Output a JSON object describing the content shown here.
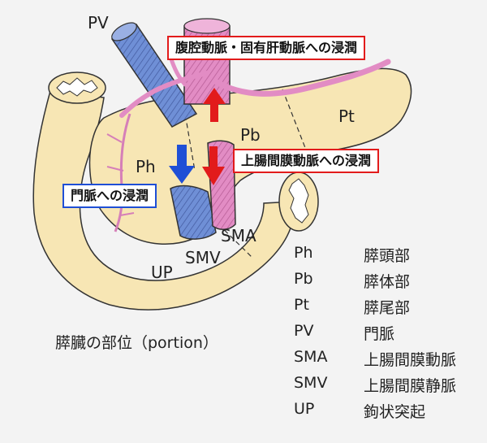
{
  "colors": {
    "background": "#f3f3f3",
    "pancreas": "#f7e6b4",
    "artery": "#e28cc4",
    "vein": "#6f8fd6",
    "arrow_red": "#e21b1b",
    "arrow_blue": "#1f4fd6"
  },
  "labels": {
    "pv": "PV",
    "pt": "Pt",
    "pb": "Pb",
    "ph": "Ph",
    "sma": "SMA",
    "smv": "SMV",
    "up": "UP"
  },
  "callouts": {
    "celiac": "腹腔動脈・固有肝動脈への浸潤",
    "sma": "上腸間膜動脈への浸潤",
    "portal": "門脈への浸潤"
  },
  "caption": "膵臓の部位（portion）",
  "legend": [
    {
      "abbr": "Ph",
      "desc": "膵頭部"
    },
    {
      "abbr": "Pb",
      "desc": "膵体部"
    },
    {
      "abbr": "Pt",
      "desc": "膵尾部"
    },
    {
      "abbr": "PV",
      "desc": "門脈"
    },
    {
      "abbr": "SMA",
      "desc": "上腸間膜動脈"
    },
    {
      "abbr": "SMV",
      "desc": "上腸間膜静脈"
    },
    {
      "abbr": "UP",
      "desc": "鉤状突起"
    }
  ]
}
